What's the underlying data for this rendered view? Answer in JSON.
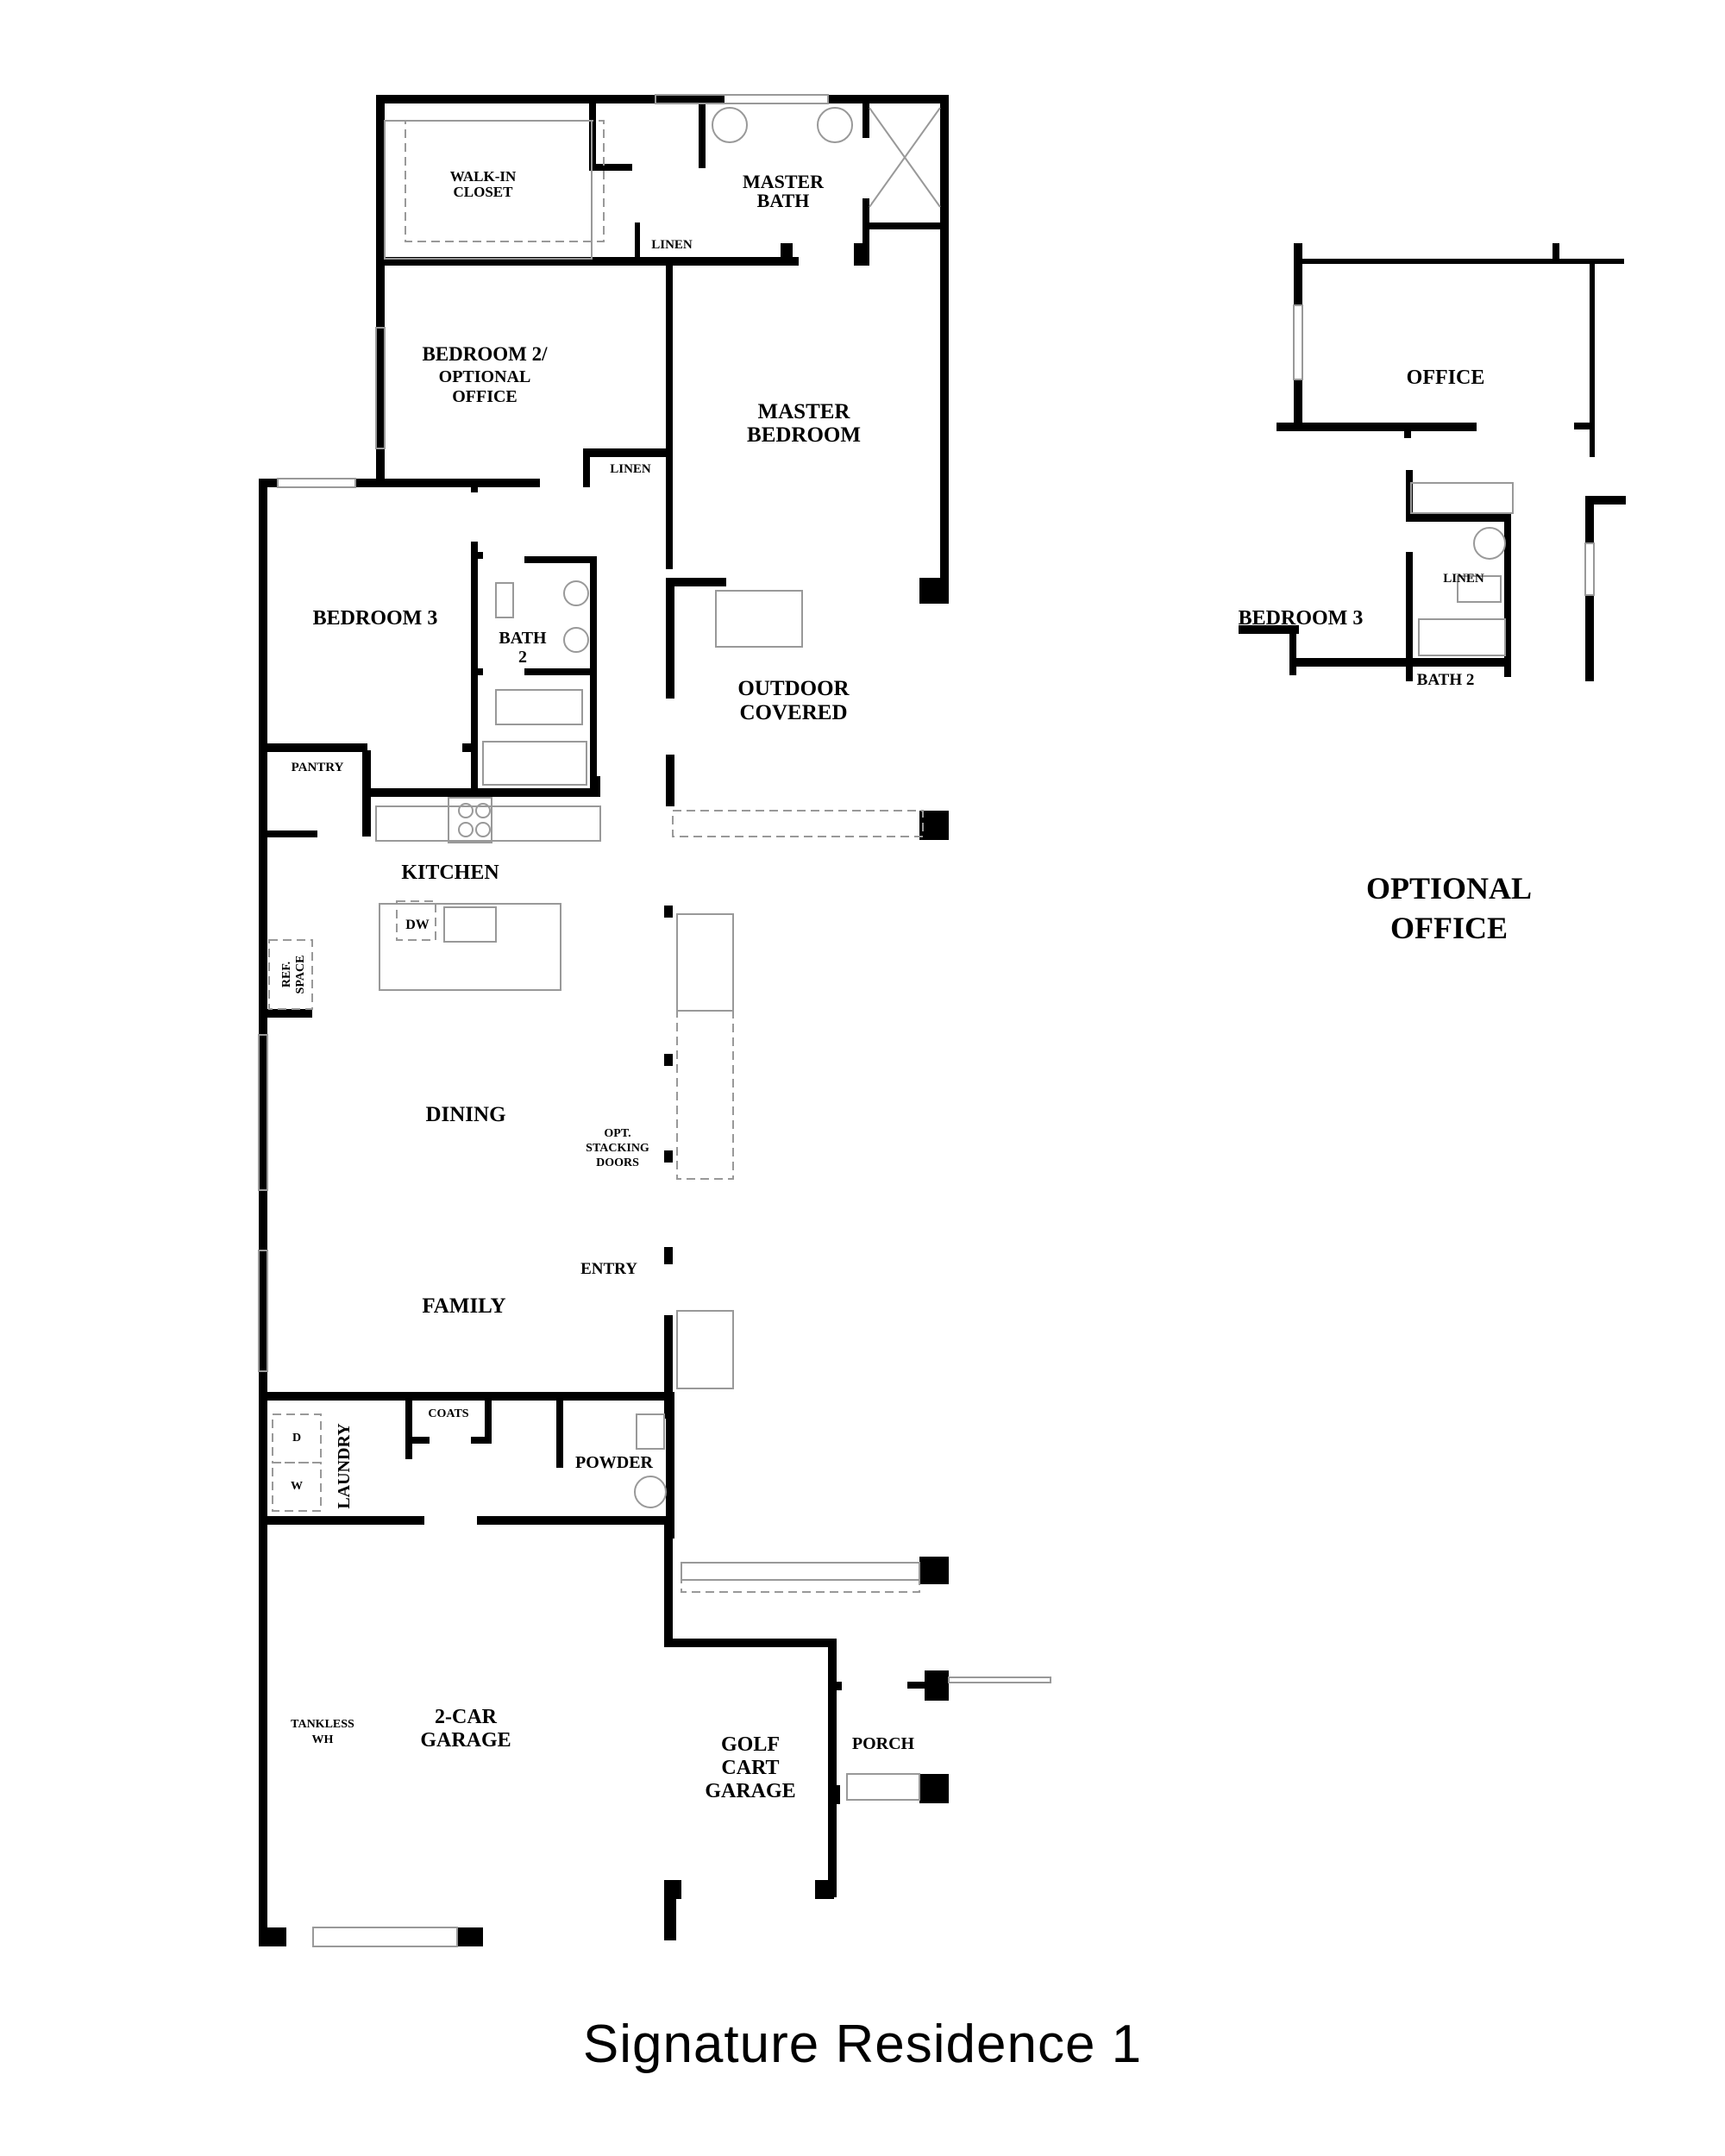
{
  "title": "Signature Residence 1",
  "main_plan": {
    "rooms": {
      "walk_in_closet": [
        "WALK-IN",
        "CLOSET"
      ],
      "master_bath": [
        "MASTER",
        "BATH"
      ],
      "linen_top": "LINEN",
      "bedroom2": [
        "BEDROOM 2/",
        "OPTIONAL",
        "OFFICE"
      ],
      "linen_mid": "LINEN",
      "master_bedroom": [
        "MASTER",
        "BEDROOM"
      ],
      "bedroom3": "BEDROOM 3",
      "bath2": [
        "BATH",
        "2"
      ],
      "outdoor_covered": [
        "OUTDOOR",
        "COVERED"
      ],
      "pantry": "PANTRY",
      "kitchen": "KITCHEN",
      "dw": "DW",
      "ref_space": [
        "REF.",
        "SPACE"
      ],
      "dining": "DINING",
      "opt_stacking_doors": [
        "OPT.",
        "STACKING",
        "DOORS"
      ],
      "entry": "ENTRY",
      "family": "FAMILY",
      "laundry": "LAUNDRY",
      "dryer": "D",
      "washer": "W",
      "coats": "COATS",
      "powder": "POWDER",
      "tankless_wh": [
        "TANKLESS",
        "WH"
      ],
      "two_car_garage": [
        "2-CAR",
        "GARAGE"
      ],
      "golf_cart_garage": [
        "GOLF",
        "CART",
        "GARAGE"
      ],
      "porch": "PORCH"
    }
  },
  "optional_plan": {
    "caption": [
      "OPTIONAL",
      "OFFICE"
    ],
    "rooms": {
      "office": "OFFICE",
      "linen": "LINEN",
      "bedroom3": "BEDROOM 3",
      "bath2": "BATH 2"
    }
  }
}
